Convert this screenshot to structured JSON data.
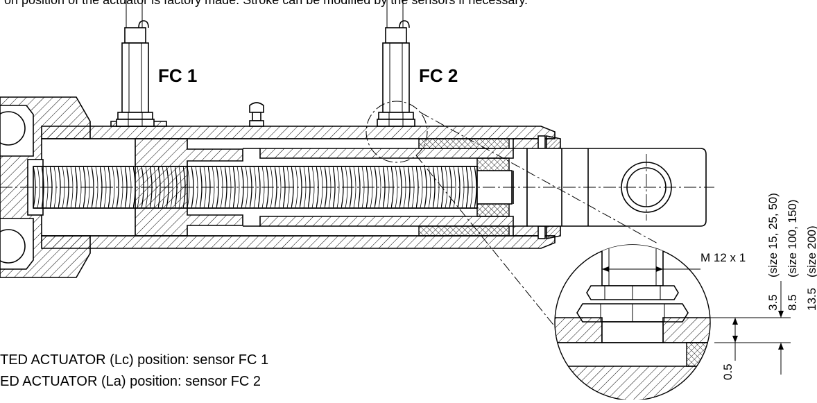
{
  "header": {
    "caption_fragment": "on position of the actuator is factory made. Stroke can be modified by the sensors if necessary."
  },
  "sensors": {
    "fc1_label": "FC 1",
    "fc2_label": "FC 2"
  },
  "detail": {
    "thread_label": "M 12 x 1",
    "dim_3_5": "3.5",
    "dim_3_5_note": "(size 15, 25, 50)",
    "dim_8_5": "8.5",
    "dim_8_5_note": "(size 100, 150)",
    "dim_13_5": "13.5",
    "dim_13_5_note": "(size 200)",
    "dim_0_5": "0.5"
  },
  "notes": {
    "line1": "TED ACTUATOR (Lc) position: sensor FC 1",
    "line2": "ED ACTUATOR (La) position: sensor FC 2"
  }
}
